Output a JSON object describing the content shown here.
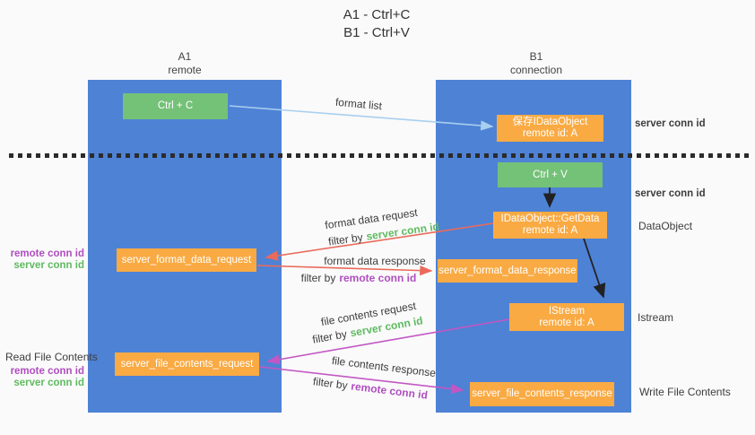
{
  "colors": {
    "background": "#fafafa",
    "column_blue": "#4e82d5",
    "box_green": "#74c178",
    "box_orange": "#f9aa43",
    "arrow_lightblue": "#a8cfef",
    "arrow_red": "#ea6a5c",
    "arrow_magenta": "#c257c4",
    "arrow_black": "#222222",
    "text_green": "#5fba60",
    "text_purple": "#b04ec0",
    "text_dark": "#3d3d3d",
    "dotted_line": "#2b2b2b"
  },
  "title": {
    "line1": "A1 - Ctrl+C",
    "line2": "B1 - Ctrl+V"
  },
  "columns": {
    "a": {
      "name": "A1",
      "role": "remote"
    },
    "b": {
      "name": "B1",
      "role": "connection"
    }
  },
  "boxes": {
    "ctrl_c": {
      "label": "Ctrl + C"
    },
    "save_idataobject": {
      "line1": "保存IDataObject",
      "line2": "remote id: A"
    },
    "ctrl_v": {
      "label": "Ctrl + V"
    },
    "getdata": {
      "line1": "IDataObject::GetData",
      "line2": "remote id: A"
    },
    "format_request": {
      "label": "server_format_data_request"
    },
    "format_response": {
      "label": "server_format_data_response"
    },
    "istream": {
      "line1": "IStream",
      "line2": "remote id: A"
    },
    "file_request": {
      "label": "server_file_contents_request"
    },
    "file_response": {
      "label": "server_file_contents_response"
    }
  },
  "flow_labels": {
    "format_list": "format list",
    "format_data_request": "format data request",
    "format_data_response": "format data response",
    "file_contents_request": "file contents request",
    "file_contents_response": "file contents response",
    "filter_by": "filter by",
    "server_conn_id": "server conn id",
    "remote_conn_id": "remote conn id"
  },
  "side_labels": {
    "right": {
      "server_conn_id_top": "server conn id",
      "server_conn_id_mid": "server conn id",
      "dataobject": "DataObject",
      "istream": "Istream",
      "write_file_contents": "Write File Contents"
    },
    "left": {
      "remote_conn_id_top": "remote conn id",
      "server_conn_id_top": "server conn id",
      "read_file_contents": "Read File Contents",
      "remote_conn_id_bottom": "remote conn id",
      "server_conn_id_bottom": "server conn id"
    }
  }
}
